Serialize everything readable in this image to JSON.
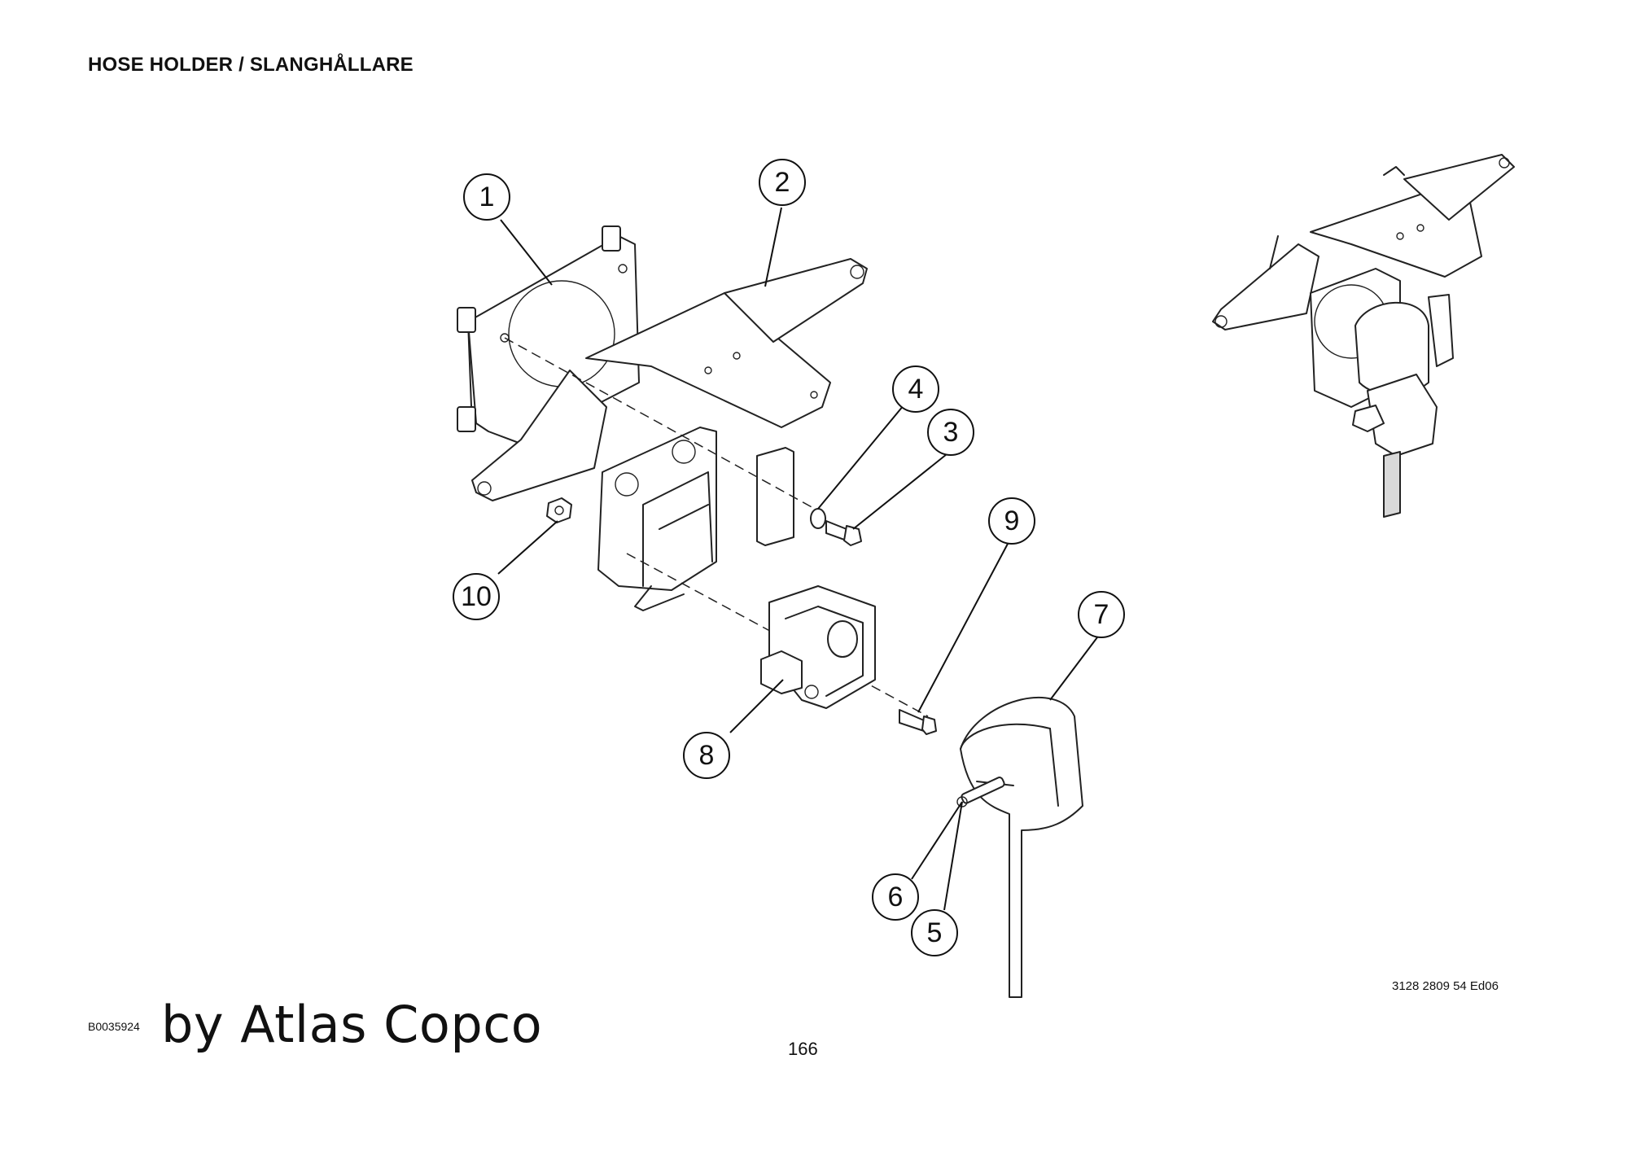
{
  "document": {
    "title": "HOSE HOLDER / SLANGHÅLLARE",
    "doc_number": "3128 2809 54 Ed06",
    "figure_id": "B0035924",
    "brand_text": "by Atlas Copco",
    "page_number": "166"
  },
  "callouts": [
    {
      "id": "1",
      "label": "1"
    },
    {
      "id": "2",
      "label": "2"
    },
    {
      "id": "3",
      "label": "3"
    },
    {
      "id": "4",
      "label": "4"
    },
    {
      "id": "5",
      "label": "5"
    },
    {
      "id": "6",
      "label": "6"
    },
    {
      "id": "7",
      "label": "7"
    },
    {
      "id": "8",
      "label": "8"
    },
    {
      "id": "9",
      "label": "9"
    },
    {
      "id": "10",
      "label": "10"
    }
  ]
}
